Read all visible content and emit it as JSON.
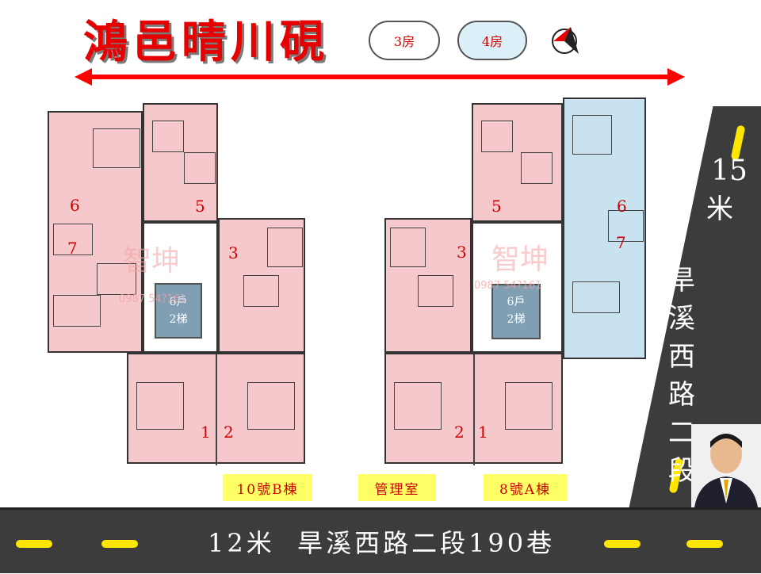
{
  "title": "鴻邑晴川硯",
  "legend": {
    "three_room": "3房",
    "four_room": "4房"
  },
  "compass_icon": "north-compass-icon",
  "building_b": {
    "units": [
      "6",
      "5",
      "7",
      "3",
      "1",
      "2"
    ],
    "core": {
      "line1": "6戶",
      "line2": "2梯"
    },
    "label": "10號B棟"
  },
  "building_a": {
    "units": [
      "5",
      "6",
      "7",
      "3",
      "2",
      "1"
    ],
    "core": {
      "line1": "6戶",
      "line2": "2梯"
    },
    "label": "8號A棟"
  },
  "management": "管理室",
  "watermark": {
    "name": "智坤",
    "phone": "0987 54?161"
  },
  "road_bottom": "12米  旱溪西路二段190巷",
  "road_right": {
    "width": "15",
    "unit": "米",
    "name": [
      "旱",
      "溪",
      "西",
      "路",
      "二",
      "段"
    ]
  },
  "colors": {
    "title": "#e60000",
    "three_room": "#f5c9cc",
    "four_room": "#c9e2ef",
    "road": "#3c3c3c",
    "dash": "#ffe600"
  }
}
